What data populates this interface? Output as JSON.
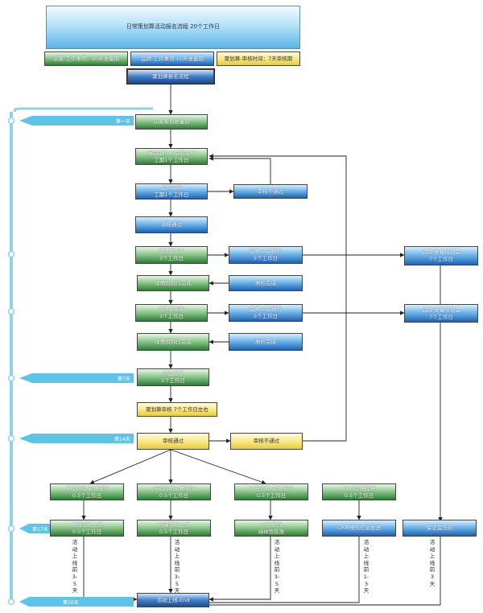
{
  "title": "日常策划算活动报名流程 20个工作日",
  "header": {
    "tab1": "非聚-工作事项：10天准备期",
    "tab2": "品牌-工作事项 10天准备期",
    "tab3": "聚划算-审核时间：7天审核期",
    "process": "聚划算报名流程"
  },
  "rail": {
    "day1": "第一天",
    "day7": "第7天",
    "day14": "第14天",
    "day17": "第17天",
    "day20": "第20天"
  },
  "nodes": {
    "prep_period": "非聚筹划准备期",
    "select_goods": {
      "line1": "选品定价10品牌审核",
      "line2": "工期1个工作日"
    },
    "brand_review": {
      "line1": "品牌审核",
      "line2": "工期1个工作日"
    },
    "review_fail_1": "审核不通过",
    "review_pass_1": "审核通过",
    "detail_make_1": {
      "line1": "详情页制作",
      "line2": "3个工作日"
    },
    "qc_1": {
      "line1": "品类 商品质检",
      "line2": "5个工作日"
    },
    "deposit_1": {
      "line1": "品牌 准备保证金",
      "line2": "7个工作日"
    },
    "detail_done_1": "详情页制作完成",
    "qc_done_1": "质检完成",
    "detail_make_2": {
      "line1": "详情页制作",
      "line2": "3个工作日"
    },
    "qc_2": {
      "line1": "品类 商品质检",
      "line2": "5个工作日"
    },
    "deposit_2": {
      "line1": "品牌 准备保证金",
      "line2": "7个工作日"
    },
    "detail_done_2": "详情页制作完成",
    "qc_done_2": "质检完成",
    "goods_signup": {
      "line1": "商品报名",
      "line2": "1个工作日"
    },
    "jhs_review": "聚划算审核 7个工作日左右",
    "review_pass_2": "审核通过",
    "review_fail_2": "审核不通过",
    "wireless_material": {
      "line1": "无线活动 素材制作",
      "line2": "0.5个工作日"
    },
    "shop_material": {
      "line1": "店铺活动素材制作",
      "line2": "0.5个工作日"
    },
    "ad_material": {
      "line1": "广告活动 素材制作",
      "line2": "0.5个工作日"
    },
    "crm_strategy": {
      "line1": "CRM策略提供",
      "line2": "0.5个工作日"
    },
    "wireless_online": {
      "line1": "无线活动上线",
      "line2": "0.5个工作日"
    },
    "shop_online": {
      "line1": "店铺活动上线",
      "line2": "0.5个工作日"
    },
    "ad_online": {
      "line1": "广告系统",
      "line2": "持续性投放"
    },
    "crm_send": "CRM预热信息发送",
    "deposit_payment": "保证金冻结",
    "activity_end": "活动上线-End"
  },
  "notes": {
    "n1": "活动上线前3-5天",
    "n2": "活动上线前3-5天",
    "n3": "活动上线前3-5天",
    "n4": "活动上线前1-3天",
    "n5": "活动上线前3天"
  }
}
